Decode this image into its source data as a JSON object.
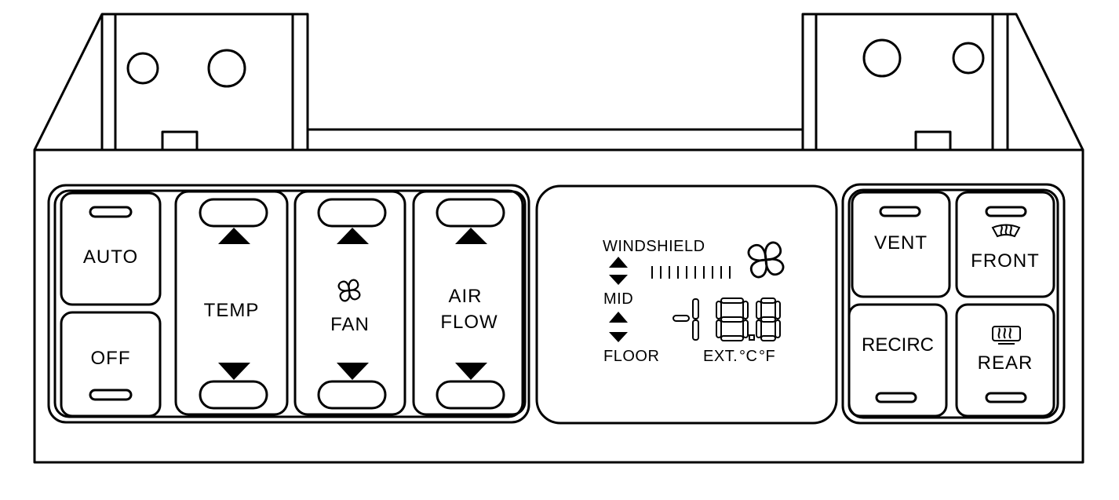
{
  "panel": {
    "left_group": {
      "auto_label": "AUTO",
      "off_label": "OFF",
      "temp_label": "TEMP",
      "fan_label": "FAN",
      "airflow_label_line1": "AIR",
      "airflow_label_line2": "FLOW"
    },
    "display": {
      "windshield_label": "WINDSHIELD",
      "mid_label": "MID",
      "floor_label": "FLOOR",
      "ext_label": "EXT.",
      "celsius_label": "°C",
      "fahrenheit_label": "°F"
    },
    "right_group": {
      "vent_label": "VENT",
      "front_label": "FRONT",
      "recirc_label": "RECIRC",
      "rear_label": "REAR"
    }
  },
  "icons": [
    "fan-icon",
    "front-defrost-icon",
    "rear-defrost-icon",
    "arrow-up-icon",
    "arrow-down-icon",
    "indicator-light-icon"
  ]
}
